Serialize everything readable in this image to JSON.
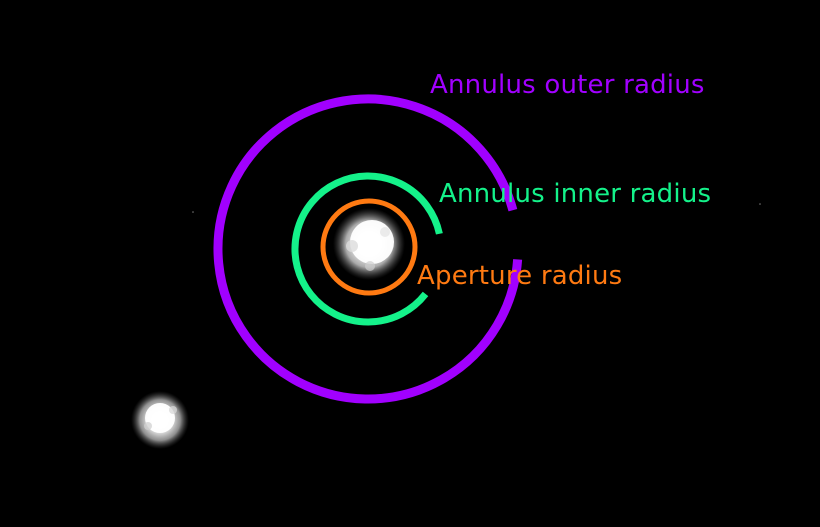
{
  "labels": {
    "outer": "Annulus outer radius",
    "inner": "Annulus inner radius",
    "aperture": "Aperture radius"
  },
  "colors": {
    "background": "#000000",
    "outer": "#a100ff",
    "inner": "#14f28a",
    "aperture": "#ff7a12",
    "star": "#ffffff"
  }
}
